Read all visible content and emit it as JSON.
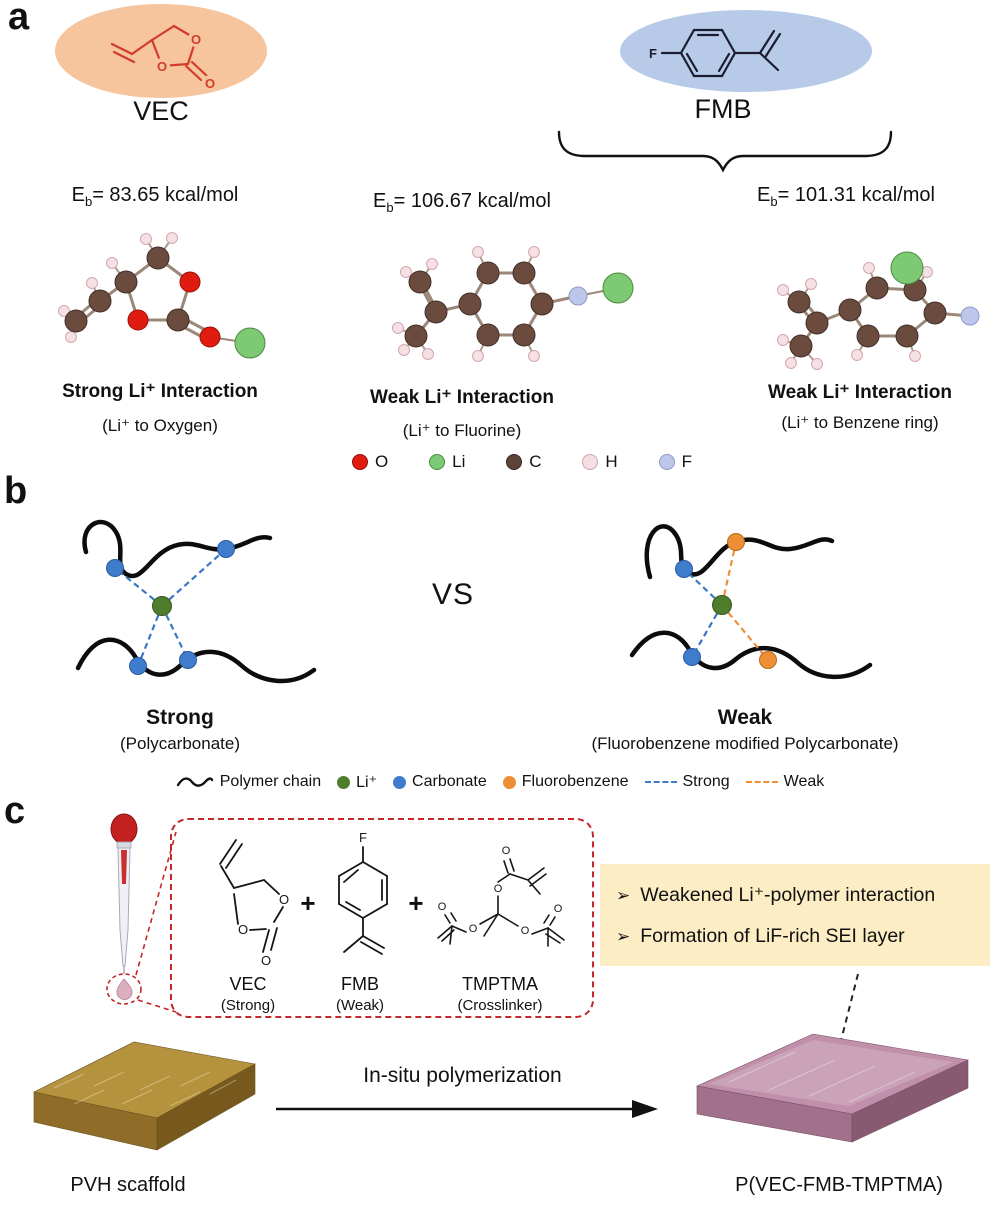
{
  "panel_labels": {
    "a": "a",
    "b": "b",
    "c": "c"
  },
  "panel_a": {
    "vec_name": "VEC",
    "fmb_name": "FMB",
    "atom_labels": {
      "O": "O",
      "F": "F"
    },
    "models": [
      {
        "eb_prefix": "E",
        "eb_sub": "b",
        "eb_value": "= 83.65 kcal/mol",
        "title": "Strong Li⁺ Interaction",
        "subtitle": "(Li⁺ to Oxygen)"
      },
      {
        "eb_prefix": "E",
        "eb_sub": "b",
        "eb_value": "= 106.67 kcal/mol",
        "title": "Weak Li⁺ Interaction",
        "subtitle": "(Li⁺ to Fluorine)"
      },
      {
        "eb_prefix": "E",
        "eb_sub": "b",
        "eb_value": "= 101.31 kcal/mol",
        "title": "Weak Li⁺ Interaction",
        "subtitle": "(Li⁺ to Benzene ring)"
      }
    ],
    "atom_legend": [
      {
        "symbol": "O",
        "color": "#e01c10"
      },
      {
        "symbol": "Li",
        "color": "#7ec973"
      },
      {
        "symbol": "C",
        "color": "#5f4339"
      },
      {
        "symbol": "H",
        "color": "#f5dfe3"
      },
      {
        "symbol": "F",
        "color": "#bdc7ec"
      }
    ]
  },
  "panel_b": {
    "vs": "VS",
    "left": {
      "title": "Strong",
      "subtitle": "(Polycarbonate)"
    },
    "right": {
      "title": "Weak",
      "subtitle": "(Fluorobenzene modified Polycarbonate)"
    },
    "legend": {
      "polymer_chain": "Polymer chain",
      "li": "Li⁺",
      "carbonate": "Carbonate",
      "fluorobenzene": "Fluorobenzene",
      "strong": "Strong",
      "weak": "Weak"
    }
  },
  "panel_c": {
    "plus": "+",
    "monomers": [
      {
        "name": "VEC",
        "role": "(Strong)"
      },
      {
        "name": "FMB",
        "role": "(Weak)"
      },
      {
        "name": "TMPTMA",
        "role": "(Crosslinker)"
      }
    ],
    "benefits": [
      {
        "bullet": "➢",
        "text": "Weakened Li⁺-polymer interaction"
      },
      {
        "bullet": "➢",
        "text": "Formation of LiF-rich SEI layer"
      }
    ],
    "process_label": "In-situ polymerization",
    "scaffold_label": "PVH scaffold",
    "product_label": "P(VEC-FMB-TMPTMA)"
  },
  "palette": {
    "vec_ellipse": "#f6c49d",
    "fmb_ellipse": "#b7cbe9",
    "strong_bond_blue": "#3f7ccc",
    "weak_bond_orange": "#ee8f35",
    "li_dot_green": "#4e7d2c",
    "highlight_box_yellow": "#fcedc5",
    "dashed_red": "#c4262a"
  }
}
